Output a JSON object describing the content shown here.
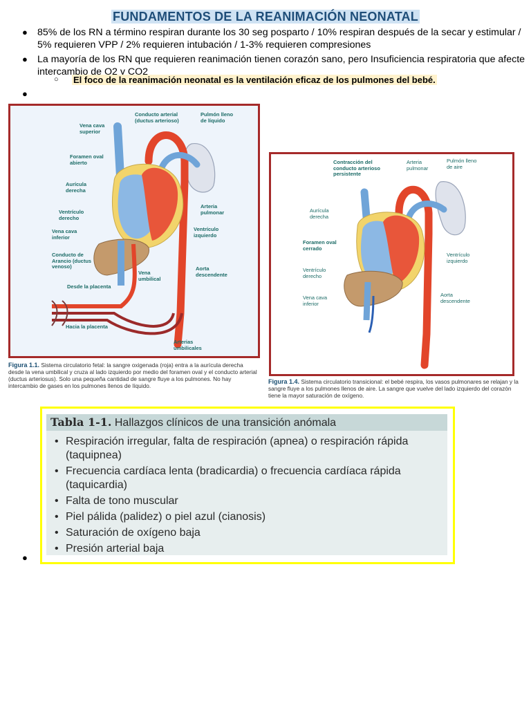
{
  "title": "FUNDAMENTOS DE LA REANIMACIÓN NEONATAL",
  "bullets": [
    "85% de los RN a término respiran durante los 30 seg posparto / 10% respiran después de la secar y estimular / 5% requieren VPP / 2% requieren intubación / 1-3% requieren compresiones",
    "La mayoría de los RN que requieren reanimación tienen corazón sano, pero Insuficiencia respiratoria que afecte intercambio de O2 y CO2"
  ],
  "sub_bullet": "El foco de la reanimación neonatal es la ventilación eficaz de los pulmones del bebé.",
  "bullet_symbol": "●",
  "sub_symbol": "○",
  "figure1": {
    "labels": {
      "conducto": "Conducto arterial (ductus arterioso)",
      "pulmon": "Pulmón lleno de líquido",
      "vcs": "Vena cava superior",
      "foramen": "Foramen oval abierto",
      "auricula": "Aurícula derecha",
      "arteria": "Arteria pulmonar",
      "vd": "Ventrículo derecho",
      "vci": "Vena cava inferior",
      "vi": "Ventrículo izquierdo",
      "arancio": "Conducto de Arancio (ductus venoso)",
      "umbilical": "Vena umbilical",
      "aorta": "Aorta descendente",
      "desde": "Desde la placenta",
      "hacia": "Hacia la placenta",
      "arterias": "Arterias umbilicales"
    },
    "caption_label": "Figura 1.1.",
    "caption_text": "Sistema circulatorio fetal: la sangre oxigenada (roja) entra a la aurícula derecha desde la vena umbilical y cruza al lado izquierdo por medio del foramen oval y el conducto arterial (ductus arteriosus). Solo una pequeña cantidad de sangre fluye a los pulmones. No hay intercambio de gases en los pulmones llenos de líquido."
  },
  "figure2": {
    "labels": {
      "contraccion": "Contracción del conducto arterioso persistente",
      "arteria": "Arteria pulmonar",
      "pulmon": "Pulmón lleno de aire",
      "auricula": "Aurícula derecha",
      "foramen": "Foramen oval cerrado",
      "vi": "Ventrículo izquierdo",
      "vd": "Ventrículo derecho",
      "aorta": "Aorta descendente",
      "vci": "Vena cava inferior"
    },
    "caption_label": "Figura 1.4.",
    "caption_text": "Sistema circulatorio transicional: el bebé respira, los vasos pulmonares se relajan y la sangre fluye a los pulmones llenos de aire. La sangre que vuelve del lado izquierdo del corazón tiene la mayor saturación de oxígeno."
  },
  "table": {
    "label": "Tabla 1-1.",
    "title": "Hallazgos clínicos de una transición anómala",
    "bullet": "•",
    "items": [
      "Respiración irregular, falta de respiración (apnea) o respiración rápida (taquipnea)",
      "Frecuencia cardíaca lenta (bradicardia) o frecuencia cardíaca rápida (taquicardia)",
      "Falta de tono muscular",
      "Piel pálida (palidez) o piel azul (cianosis)",
      "Saturación de oxígeno baja",
      "Presión arterial baja"
    ]
  }
}
